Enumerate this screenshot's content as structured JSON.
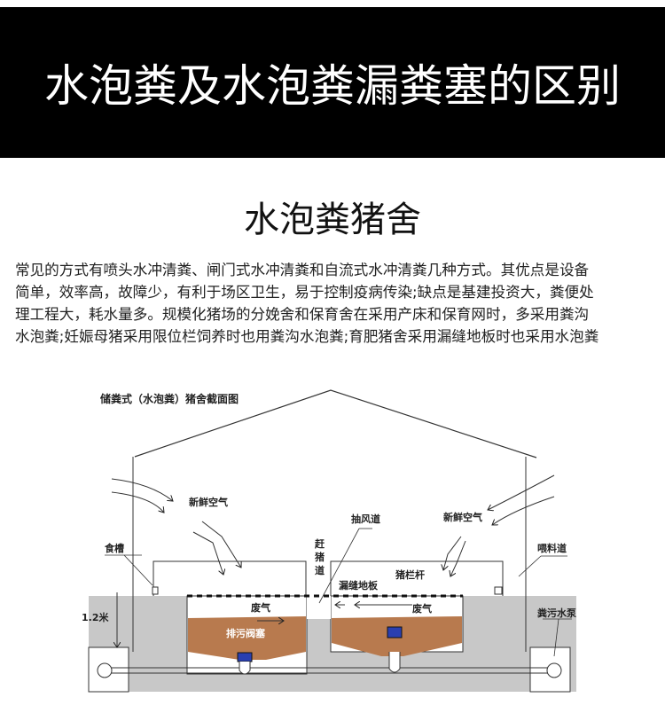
{
  "banner": {
    "title": "水泡粪及水泡粪漏粪塞的区别"
  },
  "section": {
    "title": "水泡粪猪舍"
  },
  "paragraph": {
    "lines": [
      "常见的方式有喷头水冲清粪、闸门式水冲清粪和自流式水冲清粪几种方式。其优点是设备",
      "简单，效率高，故障少，有利于场区卫生，易于控制疫病传染;缺点是基建投资大，粪便处",
      "理工程大，耗水量多。规模化猪场的分娩舍和保育舍在采用产床和保育网时，多采用粪沟",
      "水泡粪;妊娠母猪采用限位栏饲养时也用粪沟水泡粪;育肥猪舍采用漏缝地板时也采用水泡粪"
    ]
  },
  "diagram": {
    "title": "储粪式（水泡粪）猪舍截面图",
    "labels": {
      "fresh_air_left": "新鲜空气",
      "fresh_air_right": "新鲜空气",
      "exhaust_duct": "抽风道",
      "pig_drive_aisle": [
        "赶",
        "猪",
        "道"
      ],
      "feed_trough": "食槽",
      "feed_aisle": "喂料道",
      "pen_rail": "猪栏杆",
      "slatted_floor": "漏缝地板",
      "waste_gas_left": "废气",
      "waste_gas_right": "废气",
      "drain_plug": "排污阀塞",
      "height": "1.2米",
      "sewage_pump": "粪污水泵"
    },
    "colors": {
      "ground": "#c8c8c8",
      "manure": "#b87a4e",
      "plug": "#2a3fb0"
    }
  }
}
